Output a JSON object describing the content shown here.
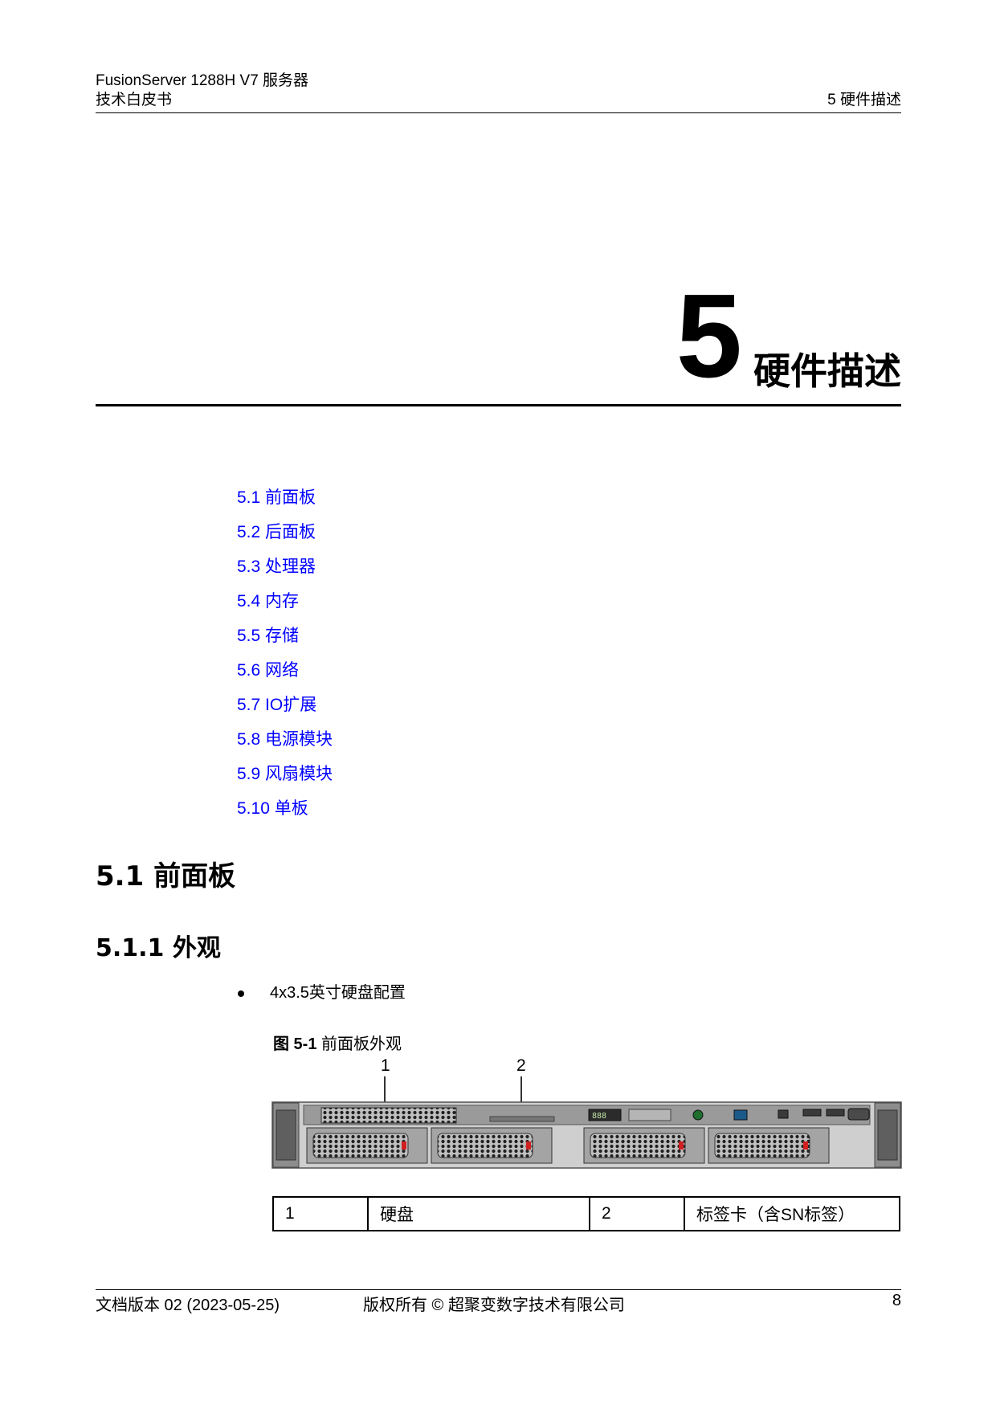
{
  "header": {
    "product": "FusionServer 1288H V7 服务器",
    "doc_type": "技术白皮书",
    "section": "5 硬件描述"
  },
  "chapter": {
    "number": "5",
    "title": "硬件描述"
  },
  "toc": [
    "5.1 前面板",
    "5.2 后面板",
    "5.3 处理器",
    "5.4 内存",
    "5.5 存储",
    "5.6 网络",
    "5.7 IO扩展",
    "5.8 电源模块",
    "5.9 风扇模块",
    "5.10 单板"
  ],
  "section": {
    "heading": "5.1 前面板"
  },
  "subsection": {
    "heading": "5.1.1 外观"
  },
  "bullet": {
    "text": "4x3.5英寸硬盘配置"
  },
  "figure": {
    "caption_label": "图 5-1",
    "caption_text": "前面板外观",
    "callout_1": "1",
    "callout_2": "2",
    "panel_text": "888"
  },
  "legend": {
    "rows": [
      {
        "n1": "1",
        "t1": "硬盘",
        "n2": "2",
        "t2": "标签卡（含SN标签）"
      }
    ]
  },
  "footer": {
    "version": "文档版本 02 (2023-05-25)",
    "copyright": "版权所有 © 超聚变数字技术有限公司",
    "page": "8"
  }
}
